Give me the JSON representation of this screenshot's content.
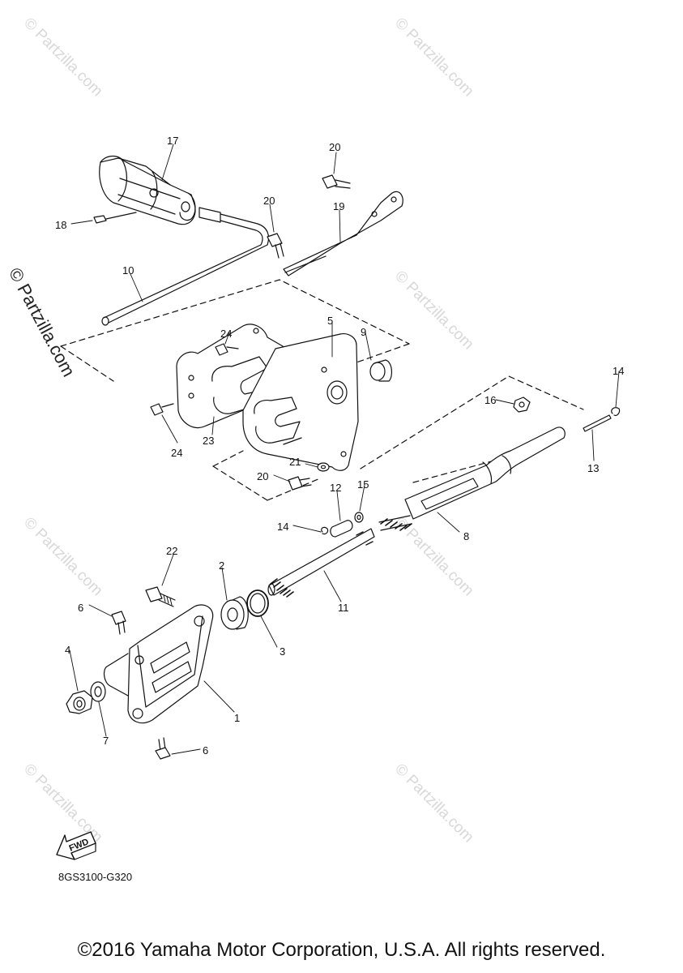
{
  "watermark": {
    "text": "© Partzilla.com",
    "featured_text": "© Partzilla.com"
  },
  "callouts": [
    "1",
    "2",
    "3",
    "4",
    "5",
    "6",
    "6",
    "7",
    "8",
    "9",
    "10",
    "11",
    "12",
    "13",
    "14",
    "14",
    "15",
    "16",
    "17",
    "18",
    "19",
    "20",
    "20",
    "20",
    "21",
    "22",
    "23",
    "24",
    "24"
  ],
  "fwd_label": "FWD",
  "diagram_code": "8GS3100-G320",
  "copyright": "©2016 Yamaha Motor Corporation, U.S.A. All rights reserved."
}
